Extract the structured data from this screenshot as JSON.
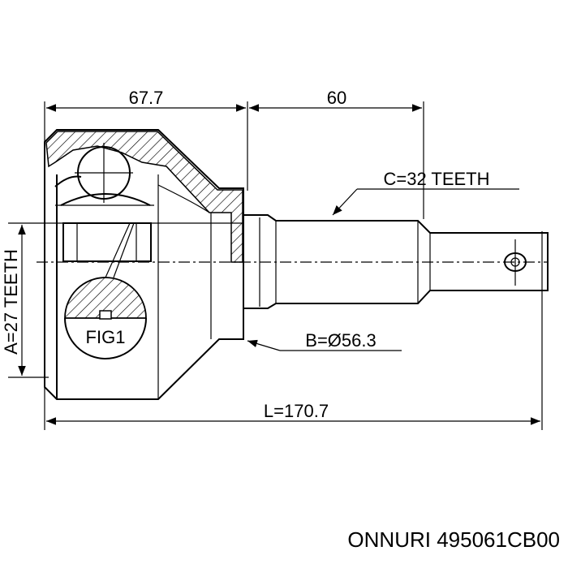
{
  "dimensions": {
    "housing_length": "67.7",
    "shaft_length": "60",
    "outer_teeth": "C=32 TEETH",
    "inner_teeth": "A=27 TEETH",
    "abs_diameter": "B=Ø56.3",
    "total_length": "L=170.7"
  },
  "figure_label": "FIG1",
  "caption": "ONNURI 495061CB00"
}
